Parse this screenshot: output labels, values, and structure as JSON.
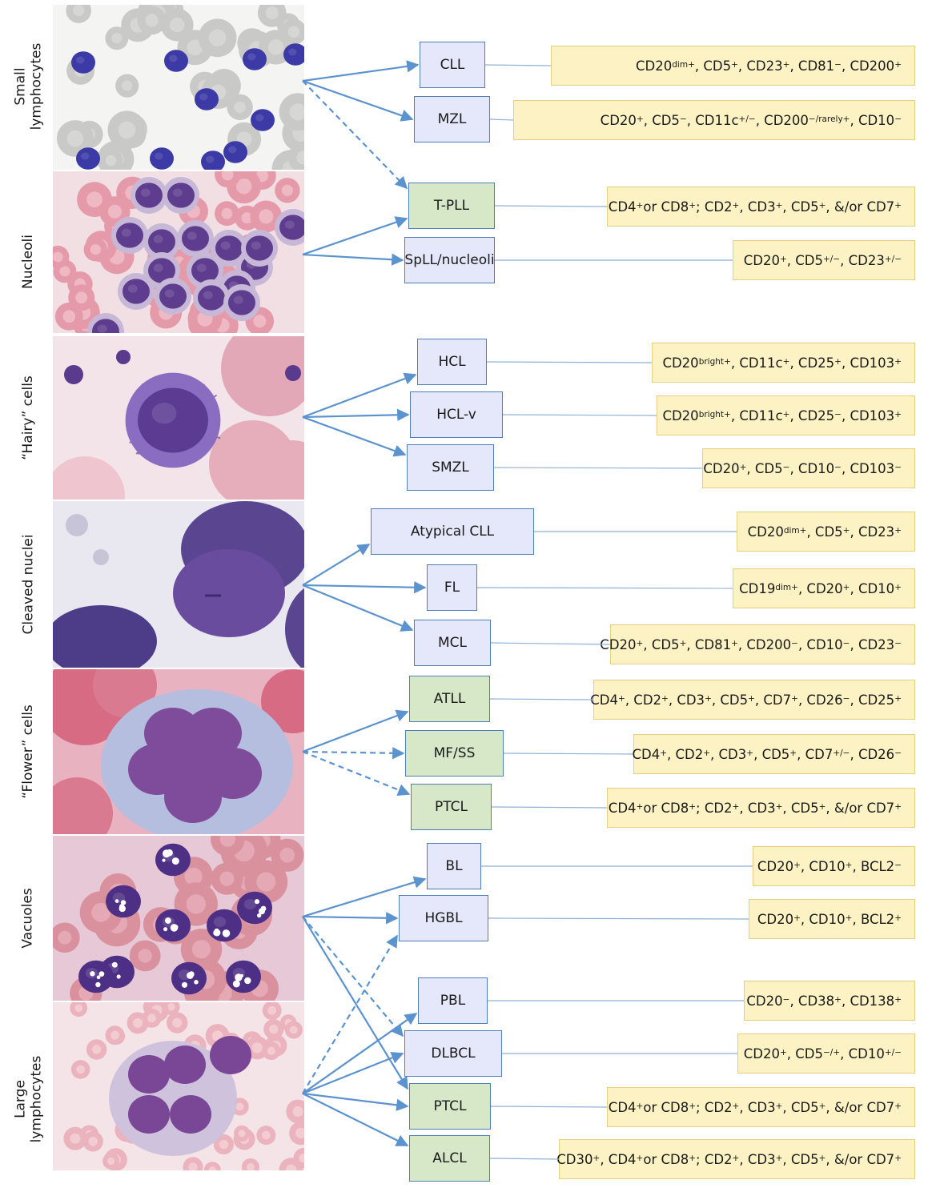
{
  "rows": [
    {
      "label_lines": [
        "Small",
        "lymphocytes"
      ],
      "name": "small-lymphocytes",
      "image": "blood-smear-small-lymphocytes"
    },
    {
      "label_lines": [
        "Nucleoli"
      ],
      "name": "nucleoli",
      "image": "blood-smear-nucleoli"
    },
    {
      "label_lines": [
        "“Hairy” cells"
      ],
      "name": "hairy-cells",
      "image": "blood-smear-hairy-cell"
    },
    {
      "label_lines": [
        "Cleaved nuclei"
      ],
      "name": "cleaved-nuclei",
      "image": "blood-smear-cleaved-nuclei"
    },
    {
      "label_lines": [
        "“Flower” cells"
      ],
      "name": "flower-cells",
      "image": "blood-smear-flower-cell"
    },
    {
      "label_lines": [
        "Vacuoles"
      ],
      "name": "vacuoles",
      "image": "blood-smear-vacuoles"
    },
    {
      "label_lines": [
        "Large",
        "lymphocytes"
      ],
      "name": "large-lymphocytes",
      "image": "blood-smear-large-lymphocytes"
    }
  ],
  "diagnoses": [
    {
      "id": "cll",
      "label": "CLL",
      "lineage": "B",
      "markers": [
        [
          "CD20",
          "dim+"
        ],
        [
          ", CD5",
          "+"
        ],
        [
          ", CD23",
          "+"
        ],
        [
          ", CD81",
          "−"
        ],
        [
          ", CD200",
          "+"
        ]
      ]
    },
    {
      "id": "mzl",
      "label": "MZL",
      "lineage": "B",
      "markers": [
        [
          "CD20",
          "+"
        ],
        [
          ", CD5",
          "−"
        ],
        [
          ", CD11c",
          "+/−"
        ],
        [
          ", CD200",
          "−/rarely+"
        ],
        [
          ", CD10",
          "−"
        ]
      ]
    },
    {
      "id": "t-pll",
      "label": "T-PLL",
      "lineage": "T",
      "markers": [
        [
          "CD4",
          "+"
        ],
        [
          " or CD8",
          "+"
        ],
        [
          "; CD2",
          "+"
        ],
        [
          ", CD3",
          "+"
        ],
        [
          ", CD5",
          "+"
        ],
        [
          ", &/or CD7",
          "+"
        ]
      ]
    },
    {
      "id": "spll-nucleoli",
      "label": "SpLL/nucleoli",
      "lineage": "B",
      "markers": [
        [
          "CD20",
          "+"
        ],
        [
          ", CD5",
          "+/−"
        ],
        [
          ", CD23",
          "+/−"
        ]
      ]
    },
    {
      "id": "hcl",
      "label": "HCL",
      "lineage": "B",
      "markers": [
        [
          "CD20",
          "bright+"
        ],
        [
          ", CD11c",
          "+"
        ],
        [
          ", CD25",
          "+"
        ],
        [
          ", CD103",
          "+"
        ]
      ]
    },
    {
      "id": "hcl-v",
      "label": "HCL-v",
      "lineage": "B",
      "markers": [
        [
          "CD20",
          "bright+"
        ],
        [
          ", CD11c",
          "+"
        ],
        [
          ", CD25",
          "−"
        ],
        [
          ", CD103",
          "+"
        ]
      ]
    },
    {
      "id": "smzl",
      "label": "SMZL",
      "lineage": "B",
      "markers": [
        [
          "CD20",
          "+"
        ],
        [
          ", CD5",
          "−"
        ],
        [
          ", CD10",
          "−"
        ],
        [
          ", CD103",
          "−"
        ]
      ]
    },
    {
      "id": "atypical-cll",
      "label": "Atypical CLL",
      "lineage": "B",
      "markers": [
        [
          "CD20",
          "dim+"
        ],
        [
          ", CD5",
          "+"
        ],
        [
          ", CD23",
          "+"
        ]
      ]
    },
    {
      "id": "fl",
      "label": "FL",
      "lineage": "B",
      "markers": [
        [
          "CD19",
          "dim+"
        ],
        [
          ", CD20",
          "+"
        ],
        [
          ", CD10",
          "+"
        ]
      ]
    },
    {
      "id": "mcl",
      "label": "MCL",
      "lineage": "B",
      "markers": [
        [
          "CD20",
          "+"
        ],
        [
          ", CD5",
          "+"
        ],
        [
          ", CD81",
          "+"
        ],
        [
          ", CD200",
          "−"
        ],
        [
          ", CD10",
          "−"
        ],
        [
          ", CD23",
          "−"
        ]
      ]
    },
    {
      "id": "atll",
      "label": "ATLL",
      "lineage": "T",
      "markers": [
        [
          "CD4",
          "+"
        ],
        [
          ", CD2",
          "+"
        ],
        [
          ", CD3",
          "+"
        ],
        [
          ", CD5",
          "+"
        ],
        [
          ", CD7",
          "+"
        ],
        [
          ", CD26",
          "−"
        ],
        [
          ", CD25",
          "+"
        ]
      ]
    },
    {
      "id": "mf-ss",
      "label": "MF/SS",
      "lineage": "T",
      "markers": [
        [
          "CD4",
          "+"
        ],
        [
          ", CD2",
          "+"
        ],
        [
          ", CD3",
          "+"
        ],
        [
          ", CD5",
          "+"
        ],
        [
          ", CD7",
          "+/−"
        ],
        [
          ", CD26",
          "−"
        ]
      ]
    },
    {
      "id": "ptcl-1",
      "label": "PTCL",
      "lineage": "T",
      "markers": [
        [
          "CD4",
          "+"
        ],
        [
          " or CD8",
          "+"
        ],
        [
          "; CD2",
          "+"
        ],
        [
          ", CD3",
          "+"
        ],
        [
          ", CD5",
          "+"
        ],
        [
          ", &/or CD7",
          "+"
        ]
      ]
    },
    {
      "id": "bl",
      "label": "BL",
      "lineage": "B",
      "markers": [
        [
          "CD20",
          "+"
        ],
        [
          ", CD10",
          "+"
        ],
        [
          ", BCL2",
          "−"
        ]
      ]
    },
    {
      "id": "hgbl",
      "label": "HGBL",
      "lineage": "B",
      "markers": [
        [
          "CD20",
          "+"
        ],
        [
          ", CD10",
          "+"
        ],
        [
          ", BCL2",
          "+"
        ]
      ]
    },
    {
      "id": "pbl",
      "label": "PBL",
      "lineage": "B",
      "markers": [
        [
          "CD20",
          "−"
        ],
        [
          ", CD38",
          "+"
        ],
        [
          ", CD138",
          "+"
        ]
      ]
    },
    {
      "id": "dlbcl",
      "label": "DLBCL",
      "lineage": "B",
      "markers": [
        [
          "CD20",
          "+"
        ],
        [
          ", CD5",
          "−/+"
        ],
        [
          ", CD10",
          "+/−"
        ]
      ]
    },
    {
      "id": "ptcl-2",
      "label": "PTCL",
      "lineage": "T",
      "markers": [
        [
          "CD4",
          "+"
        ],
        [
          " or CD8",
          "+"
        ],
        [
          "; CD2",
          "+"
        ],
        [
          ", CD3",
          "+"
        ],
        [
          ", CD5",
          "+"
        ],
        [
          ", &/or CD7",
          "+"
        ]
      ]
    },
    {
      "id": "alcl",
      "label": "ALCL",
      "lineage": "T",
      "markers": [
        [
          "CD30",
          "+"
        ],
        [
          ", CD4",
          "+"
        ],
        [
          " or CD8",
          "+"
        ],
        [
          "; CD2",
          "+"
        ],
        [
          ", CD3",
          "+"
        ],
        [
          ", CD5",
          "+"
        ],
        [
          ", &/or CD7",
          "+"
        ]
      ]
    }
  ],
  "links": [
    {
      "from": "small-lymphocytes",
      "to": "cll",
      "style": "solid"
    },
    {
      "from": "small-lymphocytes",
      "to": "mzl",
      "style": "solid"
    },
    {
      "from": "small-lymphocytes",
      "to": "t-pll",
      "style": "dashed"
    },
    {
      "from": "nucleoli",
      "to": "t-pll",
      "style": "solid"
    },
    {
      "from": "nucleoli",
      "to": "spll-nucleoli",
      "style": "solid"
    },
    {
      "from": "hairy-cells",
      "to": "hcl",
      "style": "solid"
    },
    {
      "from": "hairy-cells",
      "to": "hcl-v",
      "style": "solid"
    },
    {
      "from": "hairy-cells",
      "to": "smzl",
      "style": "solid"
    },
    {
      "from": "cleaved-nuclei",
      "to": "atypical-cll",
      "style": "solid"
    },
    {
      "from": "cleaved-nuclei",
      "to": "fl",
      "style": "solid"
    },
    {
      "from": "cleaved-nuclei",
      "to": "mcl",
      "style": "solid"
    },
    {
      "from": "flower-cells",
      "to": "atll",
      "style": "solid"
    },
    {
      "from": "flower-cells",
      "to": "mf-ss",
      "style": "dashed"
    },
    {
      "from": "flower-cells",
      "to": "ptcl-1",
      "style": "dashed"
    },
    {
      "from": "vacuoles",
      "to": "bl",
      "style": "solid"
    },
    {
      "from": "vacuoles",
      "to": "hgbl",
      "style": "solid"
    },
    {
      "from": "vacuoles",
      "to": "dlbcl",
      "style": "dashed"
    },
    {
      "from": "vacuoles",
      "to": "ptcl-2",
      "style": "solid"
    },
    {
      "from": "large-lymphocytes",
      "to": "hgbl",
      "style": "dashed"
    },
    {
      "from": "large-lymphocytes",
      "to": "pbl",
      "style": "solid"
    },
    {
      "from": "large-lymphocytes",
      "to": "dlbcl",
      "style": "solid"
    },
    {
      "from": "large-lymphocytes",
      "to": "ptcl-2",
      "style": "solid"
    },
    {
      "from": "large-lymphocytes",
      "to": "alcl",
      "style": "solid"
    }
  ],
  "colors": {
    "b_cell_box": "#e4e8fa",
    "t_cell_box": "#d7e8c8",
    "box_border": "#4f7fb8",
    "marker_box": "#fdf2c4",
    "marker_border": "#e6cf7d",
    "arrow": "#5b93cf",
    "connector": "#8fb1d6"
  }
}
